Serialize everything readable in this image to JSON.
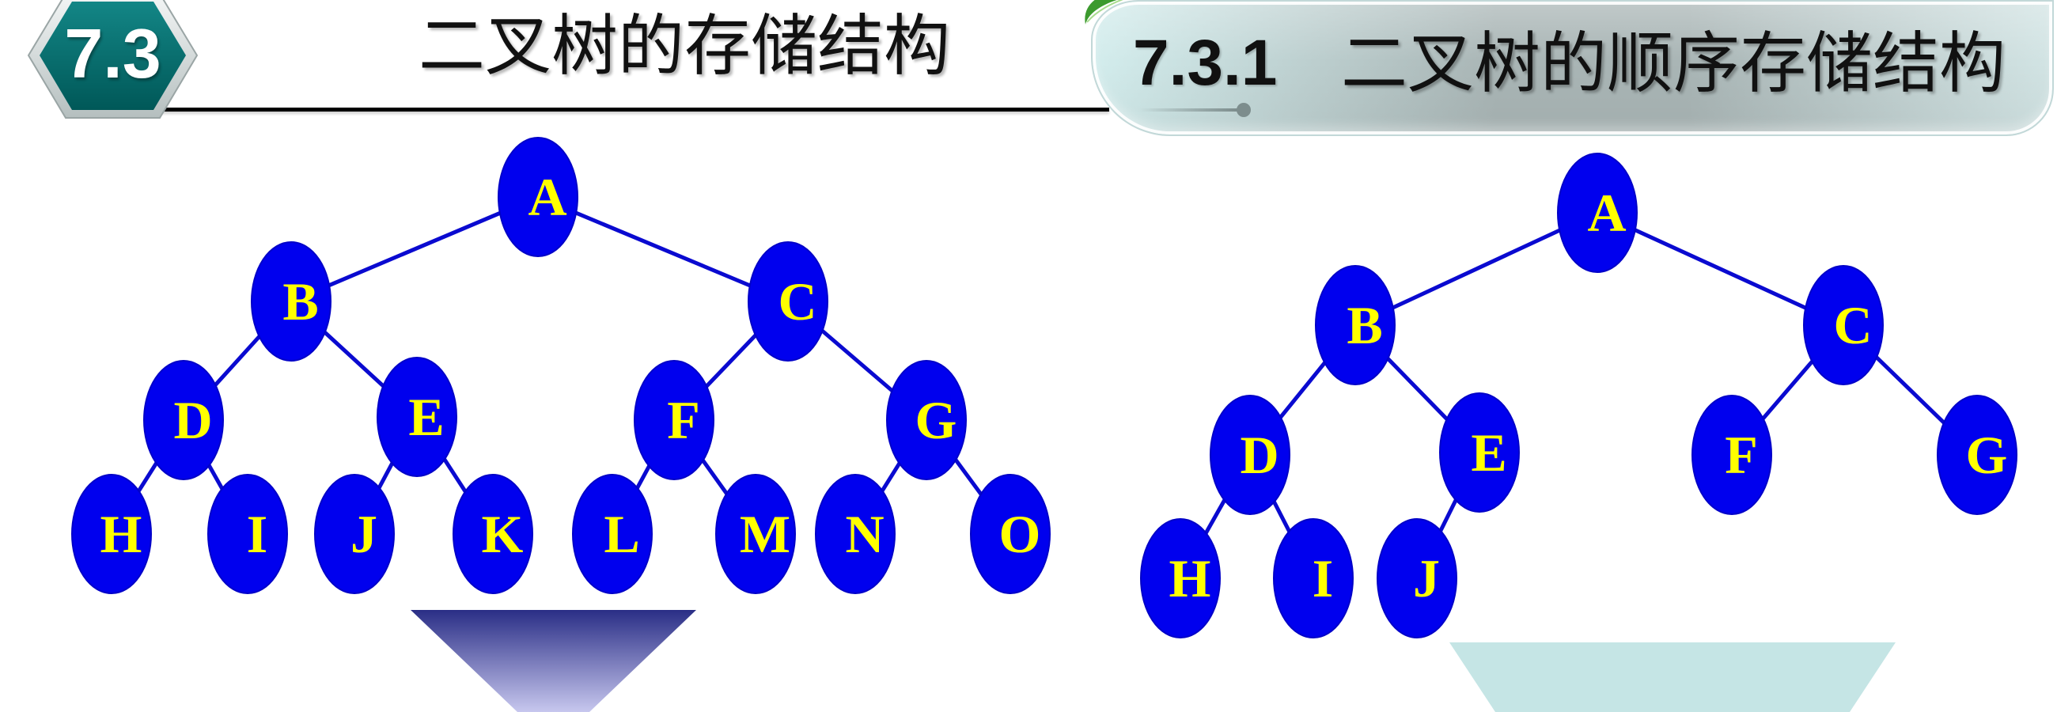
{
  "left_slide": {
    "badge": {
      "label": "7.3"
    },
    "title": "二叉树的存储结构",
    "tree": {
      "nodes": [
        {
          "label": "A",
          "parent": null
        },
        {
          "label": "B",
          "parent": 0
        },
        {
          "label": "C",
          "parent": 0
        },
        {
          "label": "D",
          "parent": 1
        },
        {
          "label": "E",
          "parent": 1
        },
        {
          "label": "F",
          "parent": 2
        },
        {
          "label": "G",
          "parent": 2
        },
        {
          "label": "H",
          "parent": 3
        },
        {
          "label": "I",
          "parent": 3
        },
        {
          "label": "J",
          "parent": 4
        },
        {
          "label": "K",
          "parent": 4
        },
        {
          "label": "L",
          "parent": 5
        },
        {
          "label": "M",
          "parent": 5
        },
        {
          "label": "N",
          "parent": 6
        },
        {
          "label": "O",
          "parent": 6
        }
      ]
    }
  },
  "right_slide": {
    "header": {
      "section_number": "7.3.1",
      "title": "二叉树的顺序存储结构"
    },
    "tree": {
      "nodes": [
        {
          "label": "A",
          "parent": null
        },
        {
          "label": "B",
          "parent": 0
        },
        {
          "label": "C",
          "parent": 0
        },
        {
          "label": "D",
          "parent": 1
        },
        {
          "label": "E",
          "parent": 1
        },
        {
          "label": "F",
          "parent": 2
        },
        {
          "label": "G",
          "parent": 2
        },
        {
          "label": "H",
          "parent": 3
        },
        {
          "label": "I",
          "parent": 3
        },
        {
          "label": "J",
          "parent": 4
        }
      ]
    }
  },
  "colors": {
    "node_fill": "#0000ee",
    "node_stroke": "#0000c8",
    "node_label": "#ffff00",
    "edge": "#0a0ad0",
    "badge_light": "#138686",
    "badge_dark": "#005858",
    "banner_left": "#d3eded",
    "banner_mid": "#a9b5b5",
    "banner_right": "#d2e4e4",
    "left_arrow_top": "#2a2e86",
    "left_arrow_bottom": "#c7c7ee",
    "right_arrow": "#c5e5e5",
    "leaf": "#3c9a2e"
  },
  "icons": {
    "badge_shape": "hexagon-badge",
    "decoration": "leaf-icon",
    "left_pointer": "down-trapezoid-arrow",
    "right_pointer": "down-trapezoid-arrow"
  }
}
